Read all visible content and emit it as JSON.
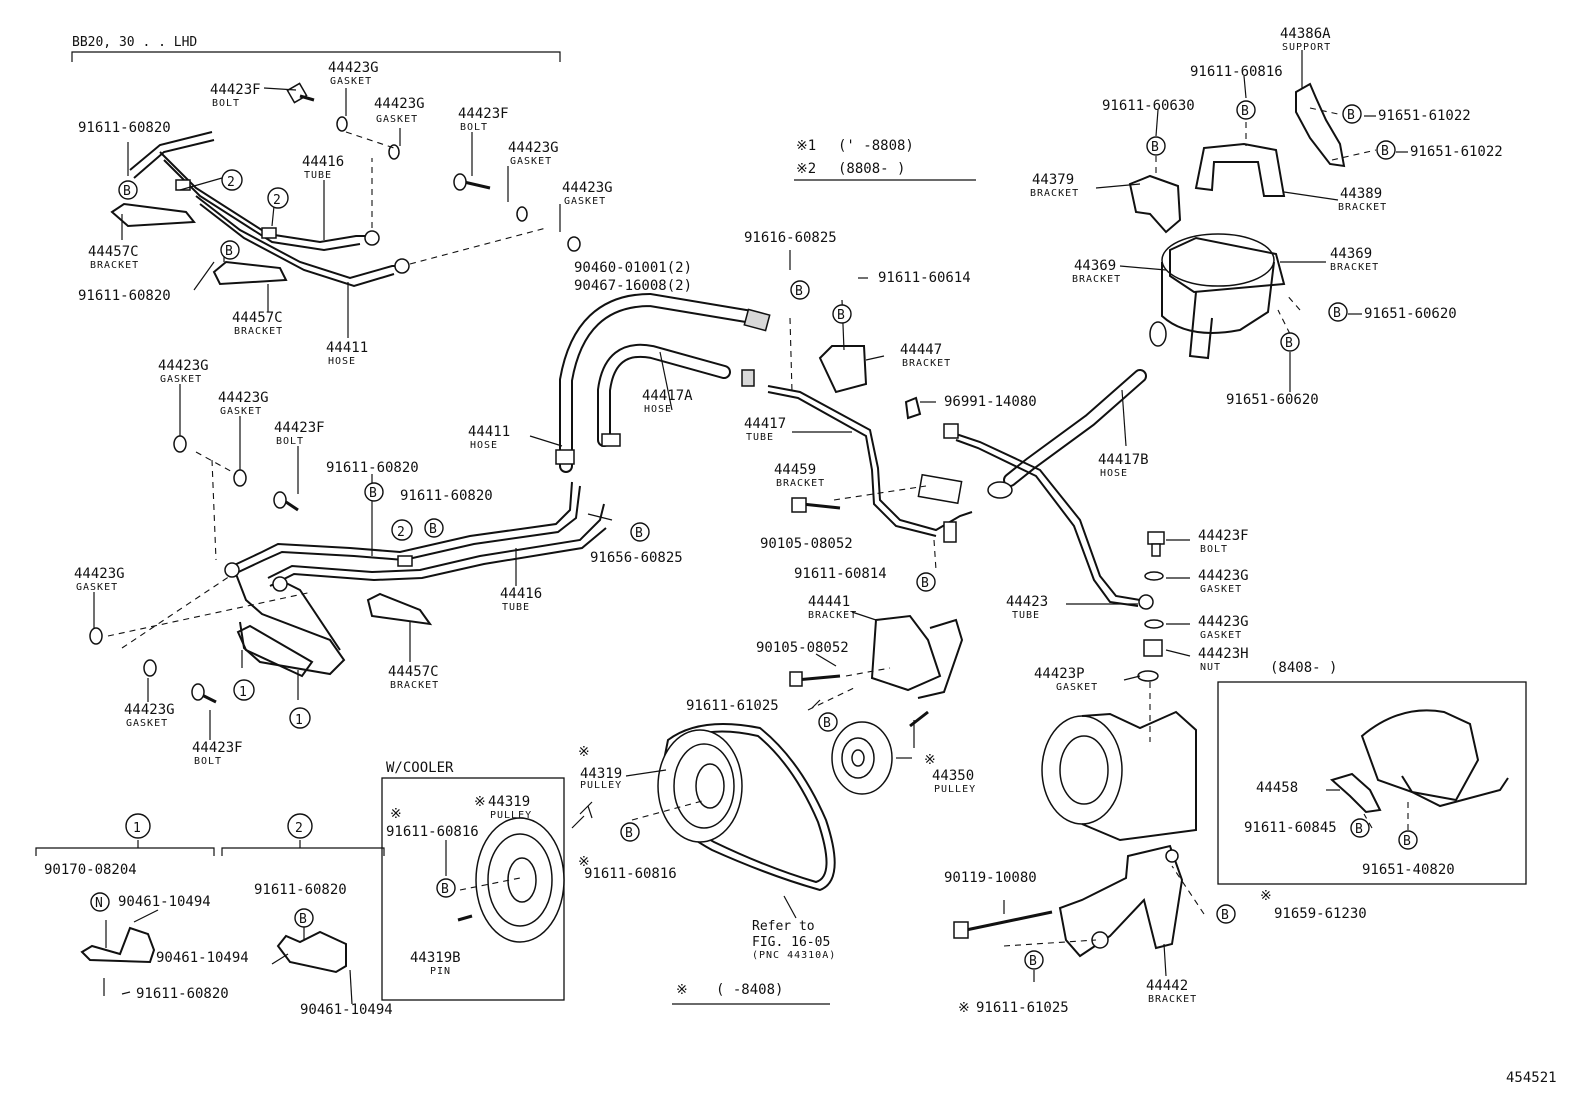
{
  "header": {
    "model_note": "BB20, 30 . . LHD"
  },
  "legend": {
    "mark1": "※1",
    "range1": "(' -8808)",
    "mark2": "※2",
    "range2": "(8808- )",
    "bottom_mark": "※",
    "bottom_range": "( -8408)"
  },
  "symbols": {
    "b": "B",
    "n": "N",
    "one": "1",
    "two": "2"
  },
  "sections": {
    "cooler": "W/COOLER",
    "variant_8408": "(8408-        )",
    "group1": "1",
    "group2": "2"
  },
  "refer": {
    "line1": "Refer to",
    "line2": "FIG. 16-05",
    "line3": "(PNC 44310A)"
  },
  "figure_id": "454521",
  "parts": [
    {
      "no": "44423F",
      "name": "BOLT"
    },
    {
      "no": "44423G",
      "name": "GASKET"
    },
    {
      "no": "44423G",
      "name": "GASKET"
    },
    {
      "no": "44423F",
      "name": "BOLT"
    },
    {
      "no": "44423G",
      "name": "GASKET"
    },
    {
      "no": "44423G",
      "name": "GASKET"
    },
    {
      "no": "91611-60820",
      "name": ""
    },
    {
      "no": "44416",
      "name": "TUBE"
    },
    {
      "no": "44457C",
      "name": "BRACKET"
    },
    {
      "no": "91611-60820",
      "name": ""
    },
    {
      "no": "44457C",
      "name": "BRACKET"
    },
    {
      "no": "44411",
      "name": "HOSE"
    },
    {
      "no": "44423G",
      "name": "GASKET"
    },
    {
      "no": "44423G",
      "name": "GASKET"
    },
    {
      "no": "44423F",
      "name": "BOLT"
    },
    {
      "no": "91611-60820",
      "name": ""
    },
    {
      "no": "91611-60820",
      "name": ""
    },
    {
      "no": "44423G",
      "name": "GASKET"
    },
    {
      "no": "44423G",
      "name": "GASKET"
    },
    {
      "no": "44423F",
      "name": "BOLT"
    },
    {
      "no": "44457C",
      "name": "BRACKET"
    },
    {
      "no": "44416",
      "name": "TUBE"
    },
    {
      "no": "91656-60825",
      "name": ""
    },
    {
      "no": "44411",
      "name": "HOSE"
    },
    {
      "no": "44417A",
      "name": "HOSE"
    },
    {
      "no": "90460-01001(2)",
      "name": ""
    },
    {
      "no": "90467-16008(2)",
      "name": ""
    },
    {
      "no": "91616-60825",
      "name": ""
    },
    {
      "no": "91611-60614",
      "name": ""
    },
    {
      "no": "44447",
      "name": "BRACKET"
    },
    {
      "no": "96991-14080",
      "name": ""
    },
    {
      "no": "44417",
      "name": "TUBE"
    },
    {
      "no": "44459",
      "name": "BRACKET"
    },
    {
      "no": "90105-08052",
      "name": ""
    },
    {
      "no": "91611-60814",
      "name": ""
    },
    {
      "no": "44441",
      "name": "BRACKET"
    },
    {
      "no": "90105-08052",
      "name": ""
    },
    {
      "no": "91611-61025",
      "name": ""
    },
    {
      "no": "44319",
      "name": "PULLEY"
    },
    {
      "no": "91611-60816",
      "name": ""
    },
    {
      "no": "44350",
      "name": "PULLEY"
    },
    {
      "no": "44386A",
      "name": "SUPPORT"
    },
    {
      "no": "91611-60816",
      "name": ""
    },
    {
      "no": "91611-60630",
      "name": ""
    },
    {
      "no": "91651-61022",
      "name": ""
    },
    {
      "no": "91651-61022",
      "name": ""
    },
    {
      "no": "44379",
      "name": "BRACKET"
    },
    {
      "no": "44389",
      "name": "BRACKET"
    },
    {
      "no": "44369",
      "name": "BRACKET"
    },
    {
      "no": "44369",
      "name": "BRACKET"
    },
    {
      "no": "91651-60620",
      "name": ""
    },
    {
      "no": "91651-60620",
      "name": ""
    },
    {
      "no": "44417B",
      "name": "HOSE"
    },
    {
      "no": "44423F",
      "name": "BOLT"
    },
    {
      "no": "44423G",
      "name": "GASKET"
    },
    {
      "no": "44423",
      "name": "TUBE"
    },
    {
      "no": "44423G",
      "name": "GASKET"
    },
    {
      "no": "44423H",
      "name": "NUT"
    },
    {
      "no": "44423P",
      "name": "GASKET"
    },
    {
      "no": "44458",
      "name": ""
    },
    {
      "no": "91611-60845",
      "name": ""
    },
    {
      "no": "91651-40820",
      "name": ""
    },
    {
      "no": "91659-61230",
      "name": ""
    },
    {
      "no": "90119-10080",
      "name": ""
    },
    {
      "no": "44442",
      "name": "BRACKET"
    },
    {
      "no": "91611-61025",
      "name": ""
    },
    {
      "no": "44319",
      "name": "PULLEY"
    },
    {
      "no": "91611-60816",
      "name": ""
    },
    {
      "no": "44319B",
      "name": "PIN"
    },
    {
      "no": "90170-08204",
      "name": ""
    },
    {
      "no": "90461-10494",
      "name": ""
    },
    {
      "no": "91611-60820",
      "name": ""
    },
    {
      "no": "91611-60820",
      "name": ""
    },
    {
      "no": "90461-10494",
      "name": ""
    },
    {
      "no": "90461-10494",
      "name": ""
    }
  ]
}
